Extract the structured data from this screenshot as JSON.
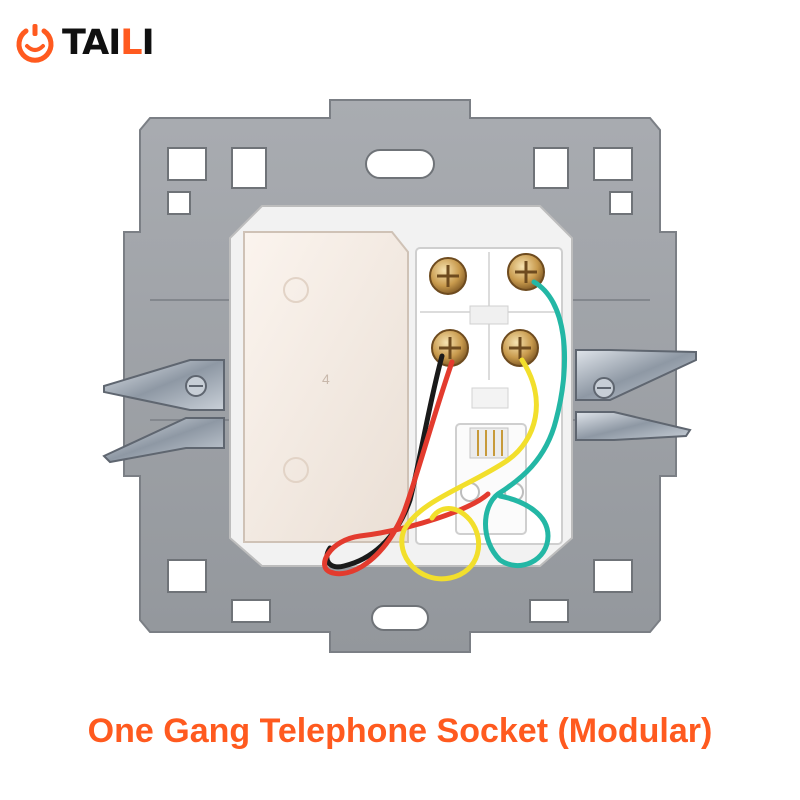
{
  "brand": {
    "name_lead": "TAI",
    "name_accent": "L",
    "name_tail": "I",
    "accent_color": "#ff5a1f",
    "logo_icon": "smiley-power-icon"
  },
  "product": {
    "caption": "One Gang Telephone Socket (Modular)",
    "caption_color": "#ff5a1f",
    "mold_number": "4",
    "wire_colors": [
      "#e33b2e",
      "#f2df2c",
      "#1a1a1a",
      "#23b7a5"
    ]
  }
}
